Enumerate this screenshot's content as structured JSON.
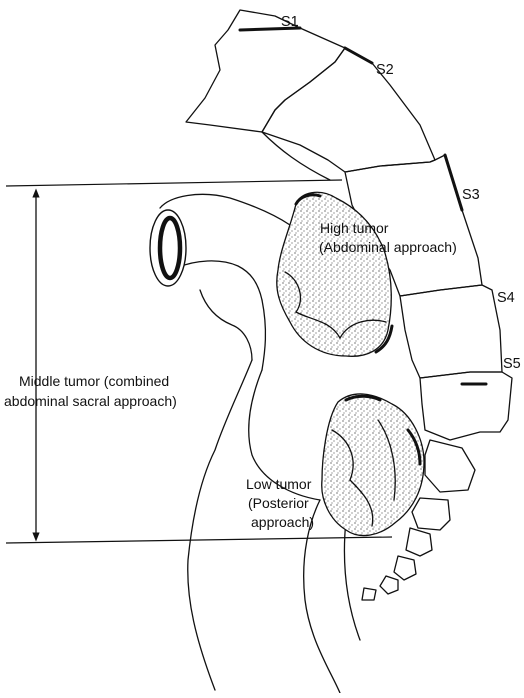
{
  "labels": {
    "s1": "S1",
    "s2": "S2",
    "s3": "S3",
    "s4": "S4",
    "s5": "S5",
    "high_tumor_line1": "High tumor",
    "high_tumor_line2": "(Abdominal approach)",
    "middle_tumor_line1": "Middle tumor (combined",
    "middle_tumor_line2": "abdominal sacral approach)",
    "low_tumor_line1": "Low tumor",
    "low_tumor_line2": "(Posterior",
    "low_tumor_line3": "approach)"
  },
  "colors": {
    "ink": "#111111",
    "background": "#ffffff"
  }
}
